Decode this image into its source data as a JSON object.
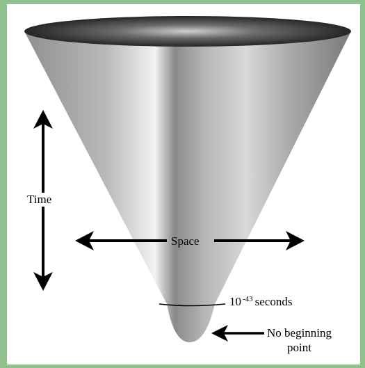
{
  "diagram": {
    "time_label": "Time",
    "space_label": "Space",
    "planck_base": "10",
    "planck_exponent": "-43",
    "planck_unit": "seconds",
    "no_beginning_line1": "No beginning",
    "no_beginning_line2": "point"
  },
  "colors": {
    "background_green": "#8fc08e",
    "panel_white": "#ffffff",
    "arrow_black": "#000000"
  },
  "icons": {
    "time_arrow": "double-headed-vertical-arrow",
    "space_arrow": "double-headed-horizontal-arrow",
    "pointer_arrow": "left-arrow"
  }
}
